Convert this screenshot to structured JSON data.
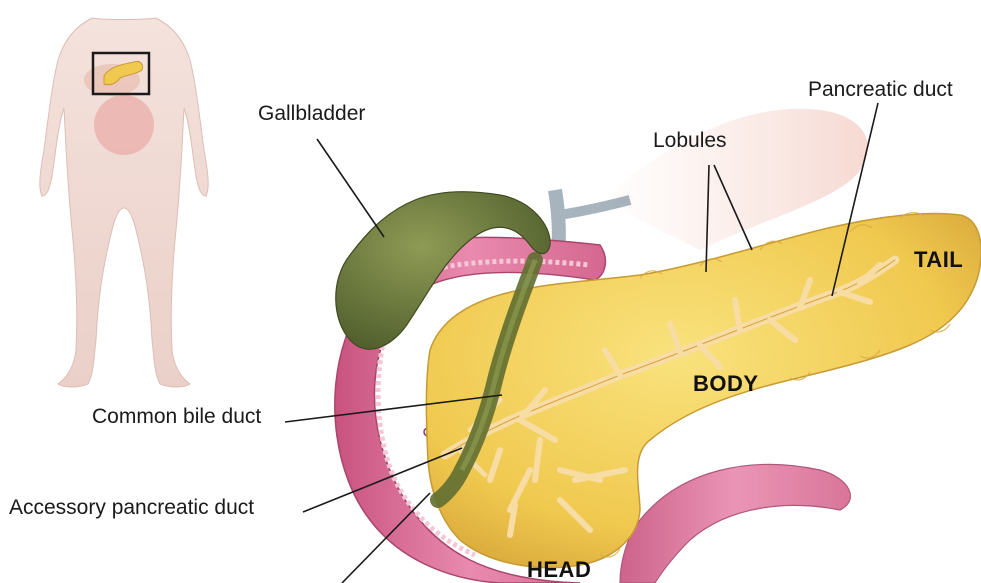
{
  "labels": {
    "gallbladder": "Gallbladder",
    "lobules": "Lobules",
    "pancreatic_duct": "Pancreatic duct",
    "common_bile_duct": "Common bile duct",
    "accessory_pancreatic_duct": "Accessory pancreatic duct",
    "tail": "TAIL",
    "body": "BODY",
    "head": "HEAD"
  },
  "colors": {
    "background": "#ffffff",
    "pancreas": "#f2cf5b",
    "pancreas_shadow": "#d9a93a",
    "duct": "#f6d9a0",
    "gallbladder": "#6b7a3a",
    "duodenum": "#d76a94",
    "duodenum_inner": "#eaa0bc",
    "body_silhouette": "#f2dcd6",
    "leader_line": "#1a1a1a"
  }
}
